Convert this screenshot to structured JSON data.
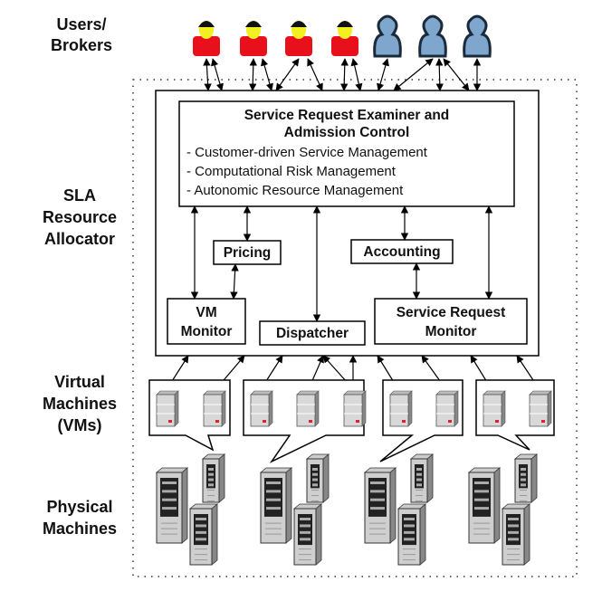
{
  "row_labels": {
    "users": [
      "Users/",
      "Brokers"
    ],
    "sla": [
      "SLA",
      "Resource",
      "Allocator"
    ],
    "vms": [
      "Virtual",
      "Machines",
      "(VMs)"
    ],
    "physical": [
      "Physical",
      "Machines"
    ]
  },
  "examiner": {
    "title": [
      "Service Request Examiner and",
      "Admission Control"
    ],
    "items": [
      "- Customer-driven Service Management",
      "- Computational Risk Management",
      "- Autonomic Resource Management"
    ]
  },
  "components": {
    "pricing": "Pricing",
    "accounting": "Accounting",
    "vm_monitor": [
      "VM",
      "Monitor"
    ],
    "dispatcher": "Dispatcher",
    "service_request_monitor": [
      "Service Request",
      "Monitor"
    ]
  },
  "users": {
    "red_count": 4,
    "blue_count": 3
  },
  "vm_groups": [
    2,
    3,
    2,
    2
  ],
  "colors": {
    "user_red": "#e8101a",
    "user_face": "#f2f020",
    "user_blue": "#7fa6cc"
  }
}
